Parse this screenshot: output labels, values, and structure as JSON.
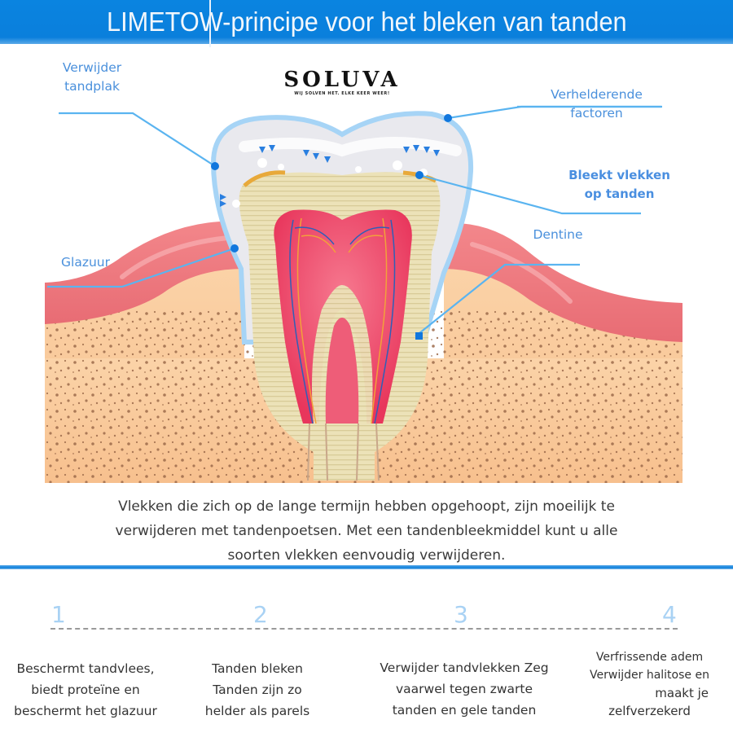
{
  "header": {
    "title": "LIMETOW-principe voor het bleken van tanden",
    "background": "#0a84e0"
  },
  "logo": {
    "name": "SOLUVA",
    "tagline": "WIJ SOLVEN HET. ELKE KEER WEER!"
  },
  "labels": {
    "remove_plaque": [
      "Verwijder",
      "tandplak"
    ],
    "brightening": [
      "Verhelderende",
      "factoren"
    ],
    "bleaches": [
      "Bleekt vlekken",
      "op tanden"
    ],
    "dentine": "Dentine",
    "enamel": "Glazuur"
  },
  "description": [
    "Vlekken die zich op de lange termijn hebben opgehoopt, zijn moeilijk te",
    "verwijderen met tandenpoetsen. Met een tandenbleekmiddel kunt u alle",
    "soorten vlekken eenvoudig verwijderen."
  ],
  "steps": [
    {
      "number": "1",
      "lines": [
        "Beschermt tandvlees,",
        "biedt proteïne en",
        "beschermt het glazuur"
      ]
    },
    {
      "number": "2",
      "lines": [
        "Tanden bleken",
        "Tanden zijn zo",
        "helder als parels"
      ]
    },
    {
      "number": "3",
      "lines": [
        "Verwijder tandvlekken Zeg",
        "vaarwel tegen zwarte",
        "tanden en gele tanden"
      ]
    },
    {
      "number": "4",
      "lines": [
        "Verfrissende adem",
        "Verwijder halitose en",
        "maakt je",
        "zelfverzekerd"
      ]
    }
  ],
  "colors": {
    "accent_blue": "#4a90dc",
    "callout_line": "#5ab4f0",
    "callout_dot": "#1177dd",
    "gum": "#ee7a80",
    "bone": "#f9c99a",
    "dentine": "#e9ddb0",
    "pulp": "#ec4a6a",
    "enamel": "#e6e6ea",
    "enamel_outline": "#9fd0f4"
  }
}
